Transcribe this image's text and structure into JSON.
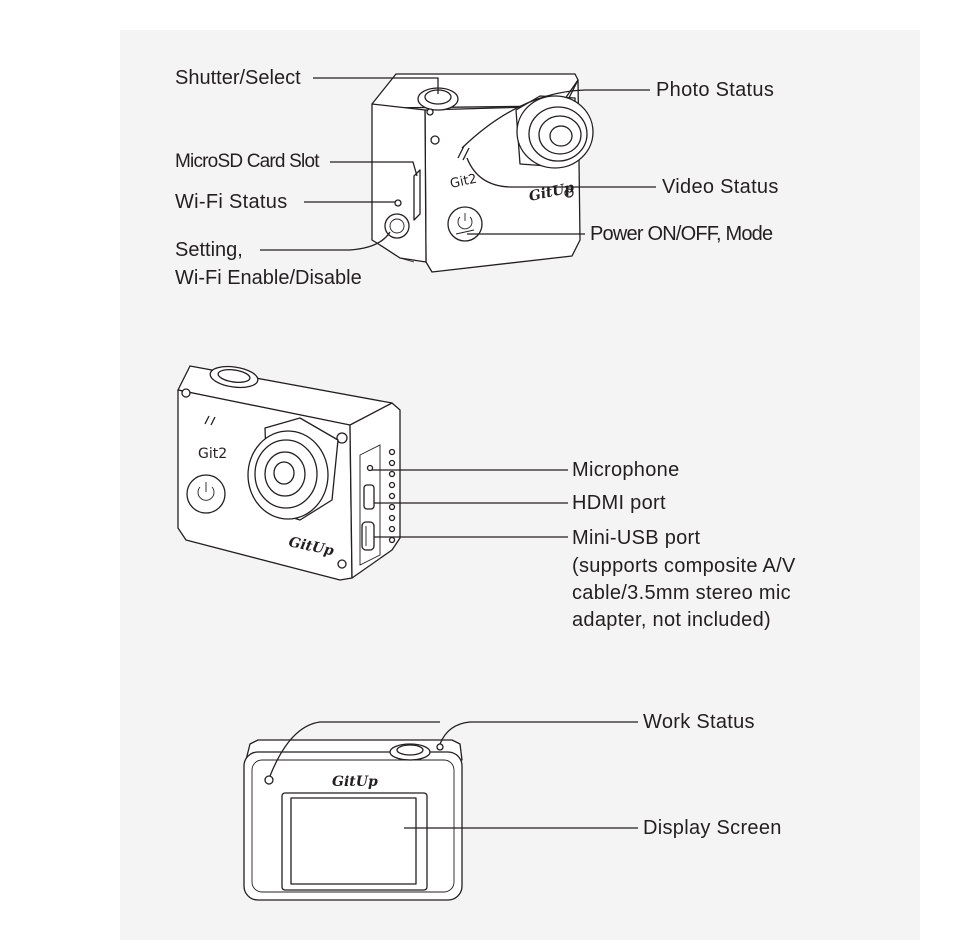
{
  "views": {
    "top": {
      "shutter_select": "Shutter/Select",
      "microsd_card_slot": "MicroSD Card Slot",
      "wifi_status": "Wi-Fi Status",
      "setting_line1": "Setting,",
      "setting_line2": "Wi-Fi Enable/Disable",
      "photo_status": "Photo Status",
      "video_status": "Video Status",
      "power_mode": "Power ON/OFF, Mode",
      "brand_logo": "GitUp",
      "model_label": "Git2"
    },
    "side": {
      "microphone": "Microphone",
      "hdmi_port": "HDMI port",
      "mini_usb_line1": "Mini-USB port",
      "mini_usb_line2": "(supports composite A/V",
      "mini_usb_line3": "cable/3.5mm stereo mic",
      "mini_usb_line4": "adapter, not included)",
      "brand_logo": "GitUp",
      "model_label": "Git2"
    },
    "back": {
      "work_status": "Work Status",
      "display_screen": "Display Screen",
      "brand_logo": "GitUp"
    }
  },
  "colors": {
    "line": "#231f20",
    "panel": "#f4f4f4",
    "background": "#ffffff"
  }
}
